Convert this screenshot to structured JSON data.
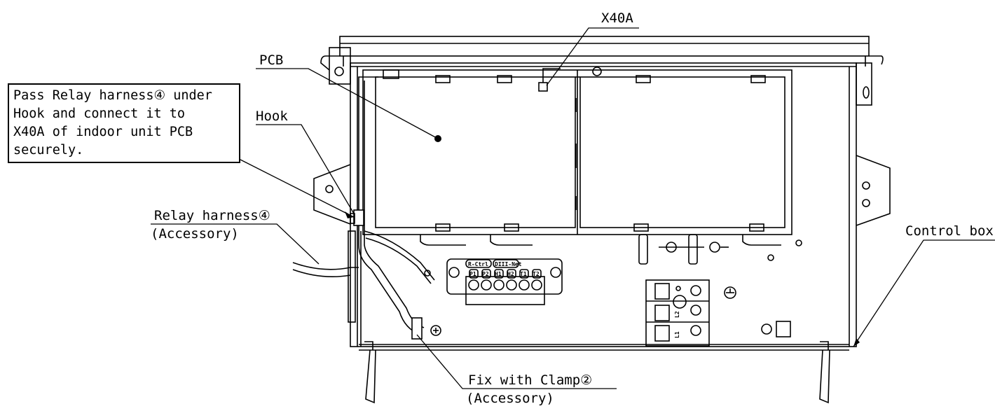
{
  "labels": {
    "x40a": "X40A",
    "pcb": "PCB",
    "hook": "Hook",
    "relay_harness": "Relay harness④",
    "relay_accessory": "(Accessory)",
    "control_box": "Control box",
    "fix_clamp": "Fix with Clamp②",
    "clamp_accessory": "(Accessory)"
  },
  "note": "Pass Relay harness④ under\nHook and connect it to\nX40A of indoor unit PCB\nsecurely.",
  "terminal_block": {
    "group_labels": [
      "R-Ctrl",
      "DIII-Net"
    ],
    "terminals": [
      "P1",
      "P2",
      "H1",
      "H2",
      "T1",
      "T2"
    ]
  },
  "power_block": {
    "terminals": [
      "L2",
      "L1"
    ]
  }
}
